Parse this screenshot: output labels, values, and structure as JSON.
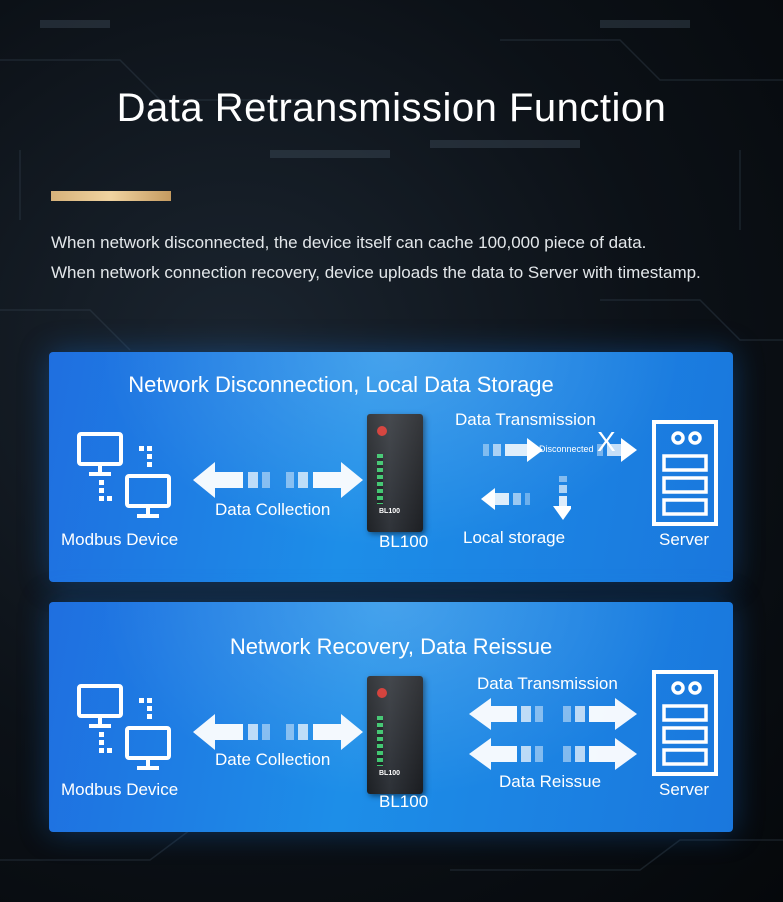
{
  "page": {
    "title": "Data Retransmission Function",
    "description_line1": "When network disconnected, the device itself can cache 100,000 piece of data.",
    "description_line2": "When network connection recovery, device uploads the data to Server with timestamp."
  },
  "panel1": {
    "title": "Network Disconnection, Local Data Storage",
    "device_label": "Modbus Device",
    "collection_label": "Data Collection",
    "gateway_label": "BL100",
    "gateway_brand": "BL100",
    "transmission_label": "Data Transmission",
    "disconnected_label": "Disconnected",
    "x_mark": "X",
    "storage_label": "Local storage",
    "server_label": "Server"
  },
  "panel2": {
    "title": "Network Recovery, Data Reissue",
    "device_label": "Modbus Device",
    "collection_label": "Date Collection",
    "gateway_label": "BL100",
    "gateway_brand": "BL100",
    "transmission_label": "Data Transmission",
    "reissue_label": "Data Reissue",
    "server_label": "Server"
  },
  "colors": {
    "panel_blue": "#1d8ee8",
    "accent_gold": "#d6b27a",
    "background": "#0c1117"
  }
}
